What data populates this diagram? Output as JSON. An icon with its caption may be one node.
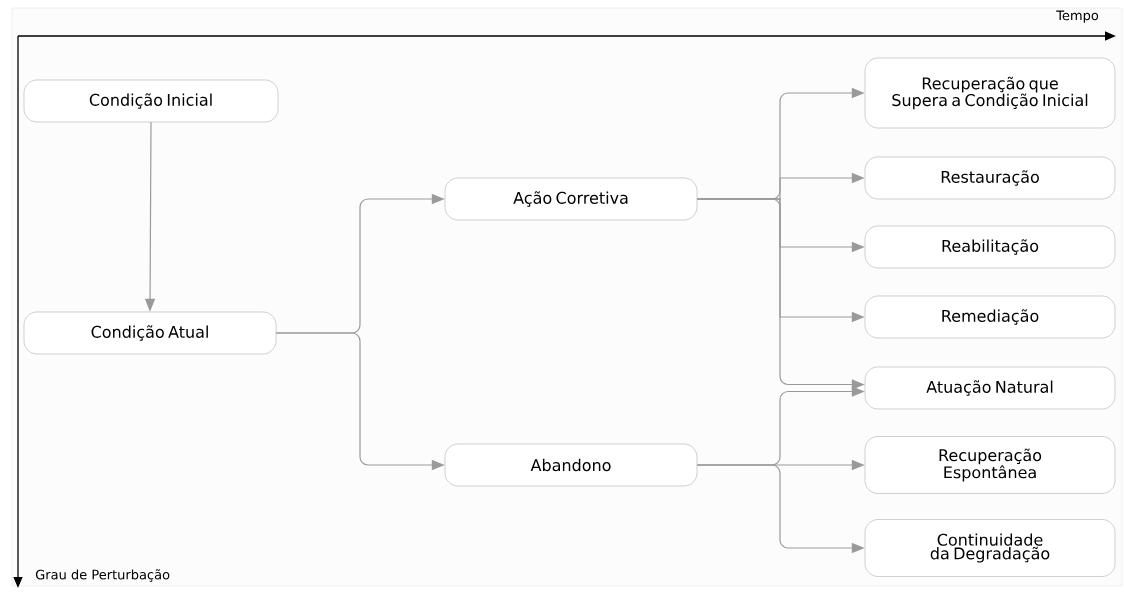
{
  "diagram": {
    "nodes": [
      {
        "text": [
          "Condição Inicial"
        ]
      },
      {
        "text": [
          "Condição Atual"
        ]
      },
      {
        "text": [
          "Ação Corretiva"
        ]
      },
      {
        "text": [
          "Abandono"
        ]
      },
      {
        "text": [
          "Recuperação que Supera a Condição Inicial"
        ]
      },
      {
        "text": [
          "Restauração"
        ]
      },
      {
        "text": [
          "Reabilitação"
        ]
      },
      {
        "text": [
          "Remediação"
        ]
      },
      {
        "text": [
          "Atuação Natural"
        ]
      },
      {
        "text": [
          "Recuperação Espontânea"
        ]
      },
      {
        "text": [
          "Continuidade da Degradação"
        ]
      }
    ],
    "edges": [
      {
        "from": 0,
        "to": 1,
        "arrow": "to"
      },
      {
        "from": 1,
        "to": 2,
        "arrow": "to"
      },
      {
        "from": 1,
        "to": 3,
        "arrow": "to"
      },
      {
        "from": 2,
        "to": 4,
        "arrow": "to"
      },
      {
        "from": 2,
        "to": 5,
        "arrow": "to"
      },
      {
        "from": 2,
        "to": 6,
        "arrow": "to"
      },
      {
        "from": 2,
        "to": 7,
        "arrow": "to"
      },
      {
        "from": 2,
        "to": 8,
        "arrow": "to"
      },
      {
        "from": 3,
        "to": 8,
        "arrow": "to"
      },
      {
        "from": 3,
        "to": 9,
        "arrow": "to"
      },
      {
        "from": 3,
        "to": 10,
        "arrow": "to"
      }
    ],
    "labels": [
      "Tempo",
      "Grau de Perturbação"
    ]
  }
}
